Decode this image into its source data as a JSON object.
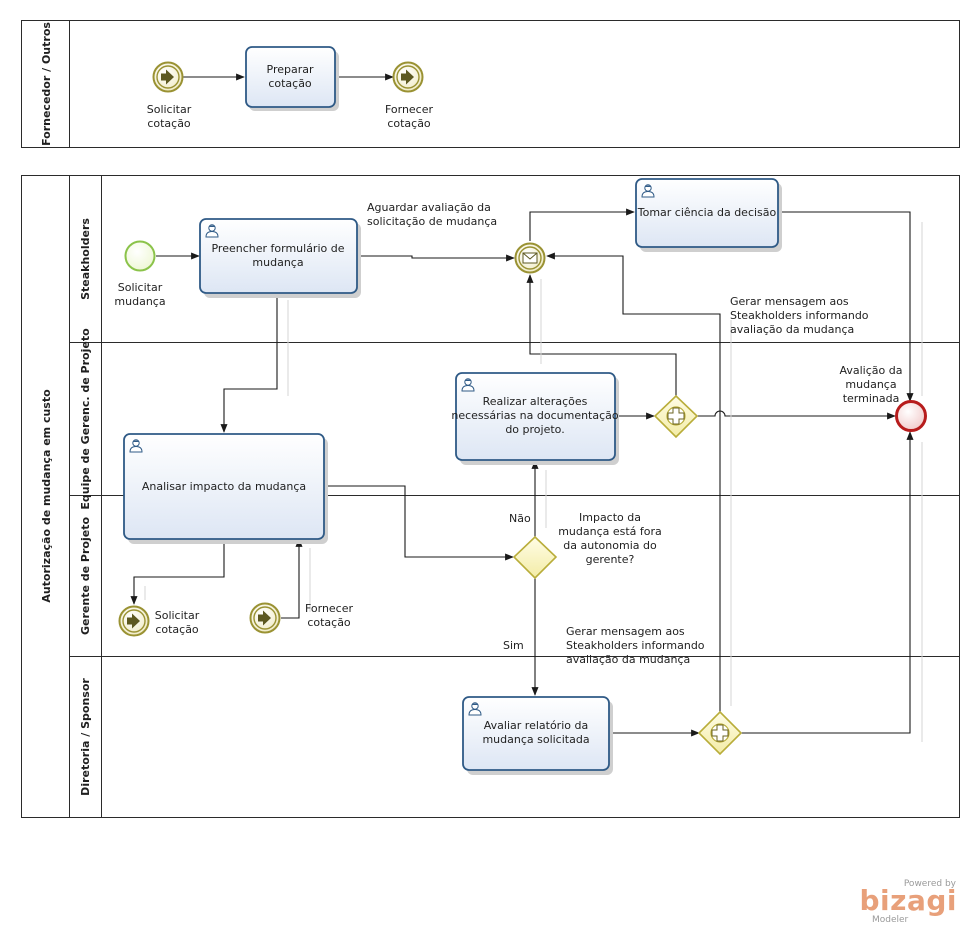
{
  "colors": {
    "task_border": "#2f5a86",
    "task_fill_top": "#ffffff",
    "task_fill_bottom": "#dde6f4",
    "start_event": "#8bc34a",
    "end_event": "#b71c1c",
    "gateway_fill": "#fbf6c2",
    "gateway_border": "#b9ad3a",
    "intermediate_event": "#9a9233",
    "brand": "#e8a07a"
  },
  "pools": {
    "top": {
      "label": "Fornecedor / Outros"
    },
    "main": {
      "label": "Autorização de mudança em custo",
      "lanes": [
        {
          "label": "Steakholders"
        },
        {
          "label": "Equipe de Gerenc. de Projeto"
        },
        {
          "label": "Gerente de Projeto"
        },
        {
          "label": "Diretoria  / Sponsor"
        }
      ]
    }
  },
  "tasks": {
    "preparar": [
      "Preparar",
      "cotação"
    ],
    "preencher": [
      "Preencher formulário de",
      "mudança"
    ],
    "tomar": [
      "Tomar ciência da decisão"
    ],
    "realizar": [
      "Realizar alterações",
      "necessárias na documentação",
      "do projeto."
    ],
    "analisar": [
      "Analisar impacto da mudança"
    ],
    "avaliar": [
      "Avaliar relatório da",
      "mudança solicitada"
    ]
  },
  "events": {
    "top_solicitar": [
      "Solicitar",
      "cotação"
    ],
    "top_fornecer": [
      "Fornecer",
      "cotação"
    ],
    "start": [
      "Solicitar",
      "mudança"
    ],
    "end": [
      "Avalição da",
      "mudança",
      "terminada"
    ],
    "gp_solicitar": [
      "Solicitar",
      "cotação"
    ],
    "gp_fornecer": [
      "Fornecer",
      "cotação"
    ]
  },
  "annotations": {
    "aguardar": [
      "Aguardar avaliação da",
      "solicitação de mudança"
    ],
    "gerar_top": [
      "Gerar mensagem aos",
      "Steakholders informando",
      "avaliação da mudança"
    ],
    "gerar_bottom": [
      "Gerar mensagem aos",
      "Steakholders informando",
      "avaliação da mudança"
    ],
    "gateway_question": [
      "Impacto da",
      "mudança está fora",
      "da autonomia do",
      "gerente?"
    ],
    "nao": "Não",
    "sim": "Sim"
  },
  "brand": {
    "powered": "Powered by",
    "name": "bizagi",
    "product": "Modeler"
  }
}
